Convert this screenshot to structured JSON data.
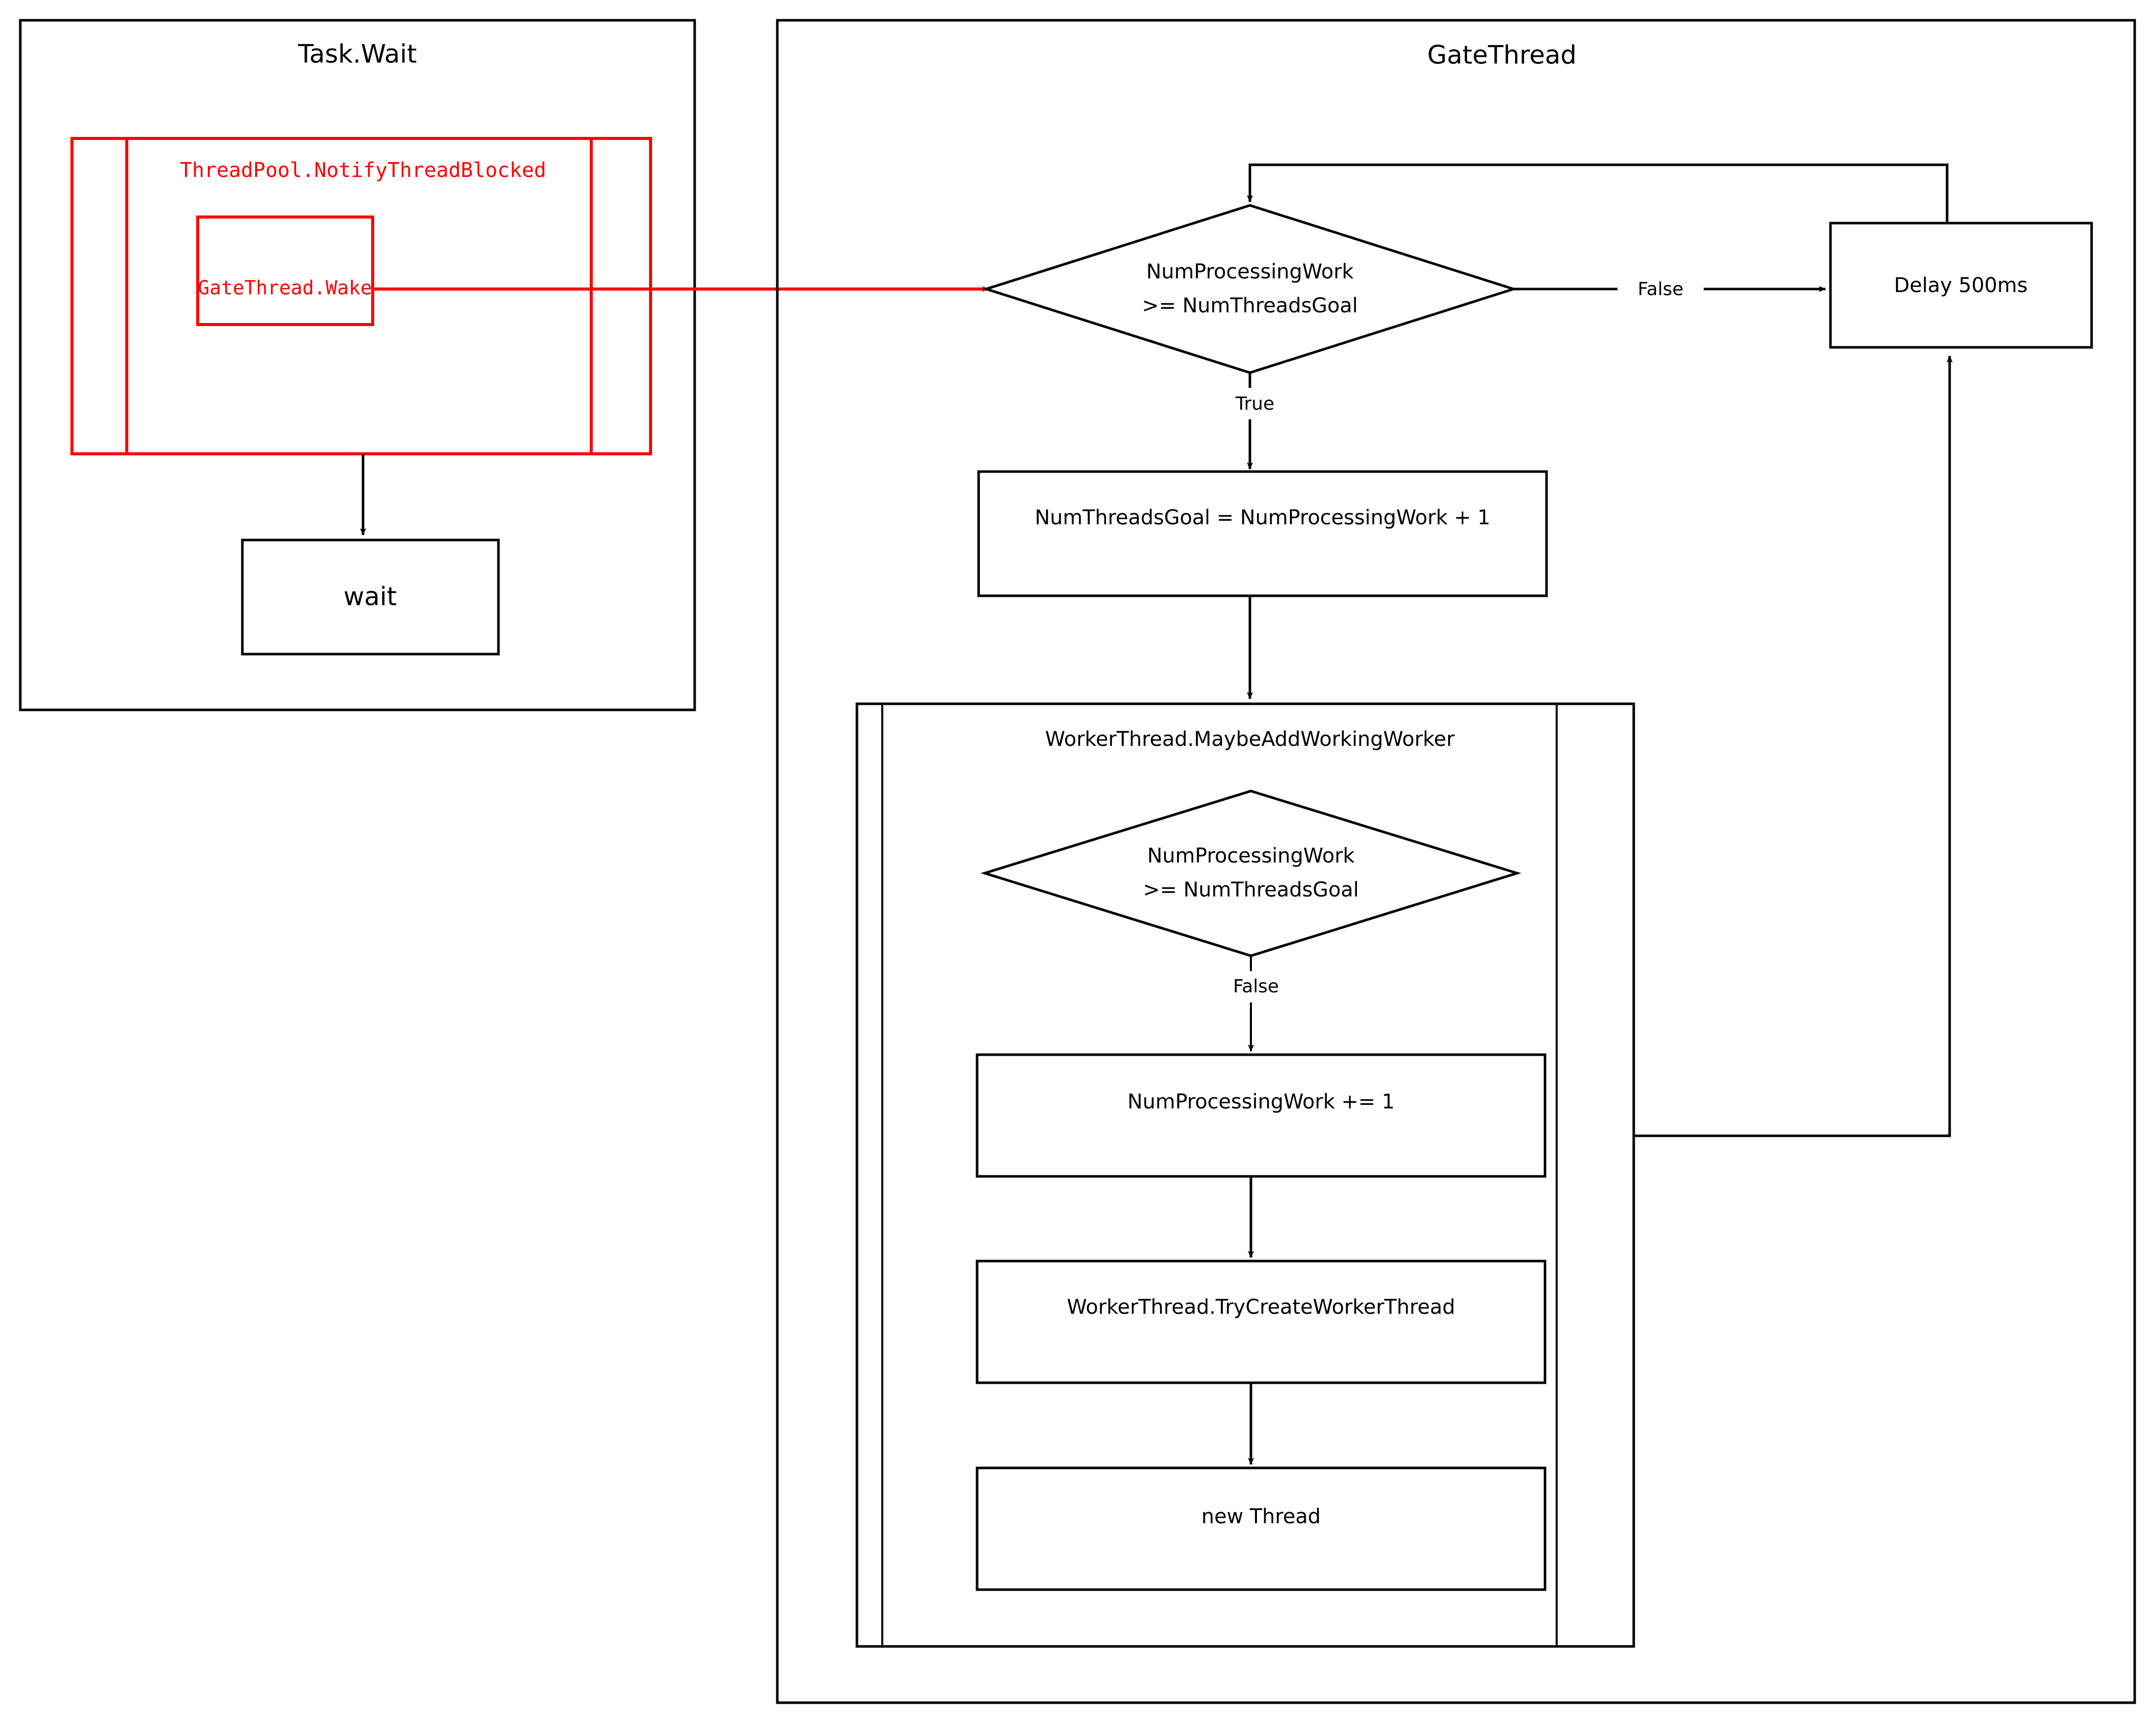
{
  "diagram": {
    "title_left": "Task.Wait",
    "title_right": "GateThread",
    "colors": {
      "stroke": "#000000",
      "highlight": "#ff0000",
      "background": "#ffffff"
    }
  },
  "task_wait_panel": {
    "title": "Task.Wait",
    "notify_group_label": "ThreadPool.NotifyThreadBlocked",
    "gatethread_wake_label": "GateThread.Wake",
    "wait_box_label": "wait"
  },
  "gatethread_panel": {
    "title": "GateThread",
    "decision_top": {
      "line1": "NumProcessingWork",
      "line2": ">= NumThreadsGoal",
      "true_label": "True",
      "false_label": "False"
    },
    "assign_box_label": "NumThreadsGoal = NumProcessingWork + 1",
    "delay_box_label": "Delay 500ms",
    "maybe_add_group": {
      "title": "WorkerThread.MaybeAddWorkingWorker",
      "decision": {
        "line1": "NumProcessingWork",
        "line2": ">= NumThreadsGoal",
        "false_label": "False"
      },
      "increment_box_label": "NumProcessingWork  += 1",
      "try_create_box_label": "WorkerThread.TryCreateWorkerThread",
      "new_thread_box_label": "new Thread"
    }
  }
}
